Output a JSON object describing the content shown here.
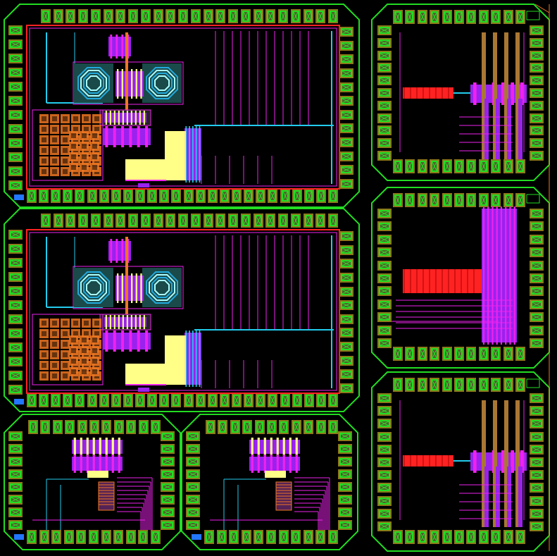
{
  "colors": {
    "background": "#000000",
    "boundary": "#22dd22",
    "pad": "#8a7a1a",
    "pad_inner": "#22dd22",
    "pad_core": "#5a5a30",
    "magenta": "#ee22ee",
    "cyan": "#22ccee",
    "purple": "#9922ee",
    "orange": "#ee7722",
    "yellow": "#ffff88",
    "red": "#ff2222",
    "brown": "#aa7733",
    "blue_ring": "#22aadd"
  },
  "icons": {
    "pad": "bond-pad-icon",
    "inductor": "spiral-inductor-icon",
    "mim_capacitor": "capacitor-array-icon",
    "transistor": "transistor-finger-icon"
  },
  "blocks": [
    {
      "name": "block-a",
      "kind": "large-rf"
    },
    {
      "name": "block-b",
      "kind": "large-rf"
    },
    {
      "name": "block-c",
      "kind": "small-amp"
    },
    {
      "name": "block-d",
      "kind": "small-amp"
    },
    {
      "name": "block-e",
      "kind": "power-stage"
    },
    {
      "name": "block-f",
      "kind": "power-stage-wide"
    },
    {
      "name": "block-g",
      "kind": "power-stage"
    }
  ]
}
